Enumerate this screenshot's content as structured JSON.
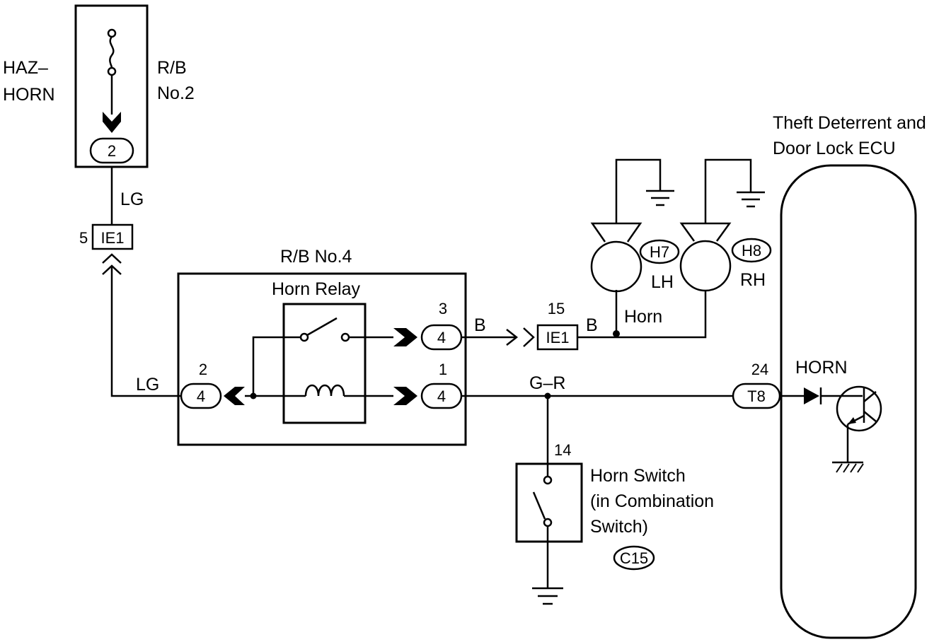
{
  "labels": {
    "haz_horn_line1": "HAZ–",
    "haz_horn_line2": "HORN",
    "rb2_line1": "R/B",
    "rb2_line2": "No.2",
    "rb4": "R/B No.4",
    "horn_relay": "Horn Relay",
    "ecu_line1": "Theft Deterrent and",
    "ecu_line2": "Door Lock ECU",
    "horn": "Horn",
    "lh": "LH",
    "rh": "RH",
    "horn_switch_line1": "Horn Switch",
    "horn_switch_line2": "(in Combination",
    "horn_switch_line3": "Switch)",
    "ecu_horn": "HORN"
  },
  "wires": {
    "lg_top": "LG",
    "lg_bottom": "LG",
    "b_relay": "B",
    "b_ie1": "B",
    "g_r": "G–R"
  },
  "connectors": {
    "rb2_pin": "2",
    "ie1_upper_name": "IE1",
    "ie1_upper_pin": "5",
    "rb4_left_inner": "4",
    "rb4_left_pin": "2",
    "rb4_right_upper_inner": "4",
    "rb4_right_upper_pin": "3",
    "rb4_right_lower_inner": "4",
    "rb4_right_lower_pin": "1",
    "ie1_lower_name": "IE1",
    "ie1_lower_pin": "15",
    "t8_name": "T8",
    "t8_pin": "24",
    "horn_switch_pin": "14"
  },
  "component_codes": {
    "horn_lh": "H7",
    "horn_rh": "H8",
    "horn_switch": "C15"
  },
  "icons": [
    "fuse-icon",
    "ground-icon",
    "horn-icon",
    "relay-coil-icon",
    "relay-switch-icon",
    "diode-icon",
    "transistor-icon",
    "switch-icon"
  ]
}
